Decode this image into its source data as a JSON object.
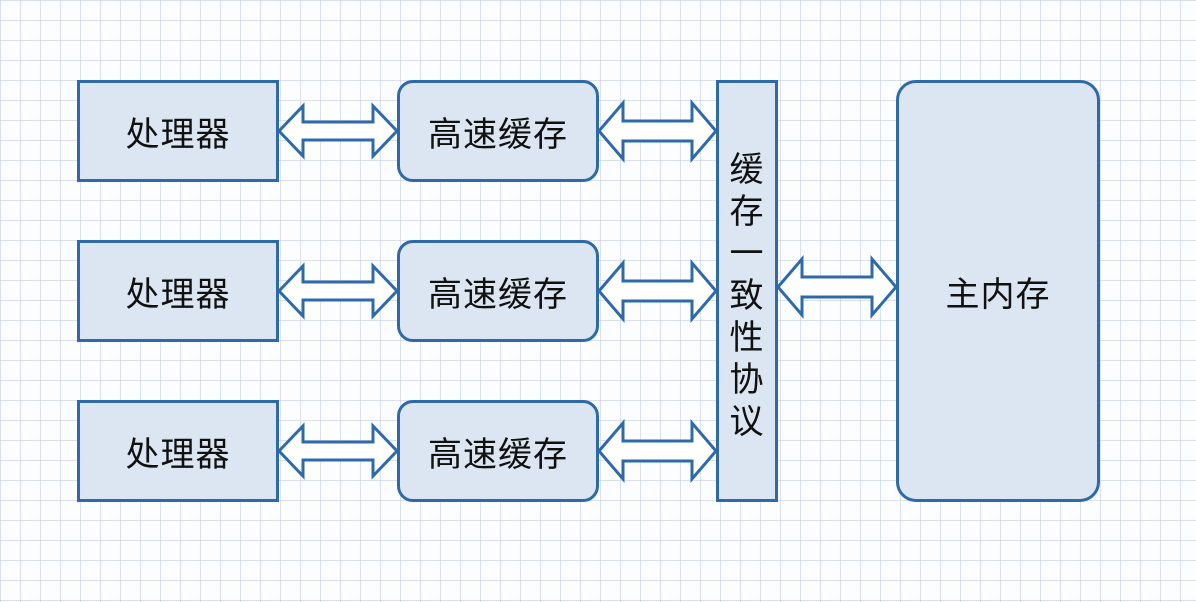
{
  "processors": [
    {
      "label": "处理器"
    },
    {
      "label": "处理器"
    },
    {
      "label": "处理器"
    }
  ],
  "caches": [
    {
      "label": "高速缓存"
    },
    {
      "label": "高速缓存"
    },
    {
      "label": "高速缓存"
    }
  ],
  "protocol": {
    "chars": [
      "缓",
      "存",
      "一",
      "致",
      "性",
      "协",
      "议"
    ]
  },
  "memory": {
    "label": "主内存"
  },
  "colors": {
    "box_fill": "#dce6f2",
    "box_border": "#2e6aa8",
    "arrow_stroke": "#2e6aa8",
    "arrow_fill": "#ffffff"
  }
}
